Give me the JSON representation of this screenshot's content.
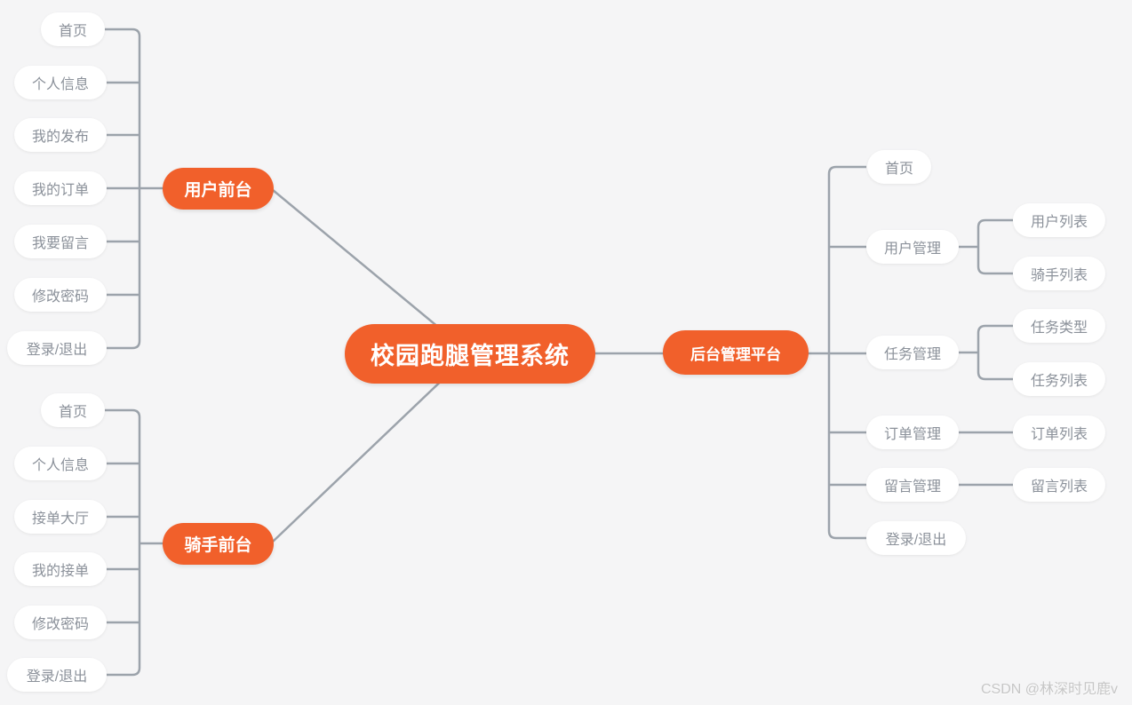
{
  "root": {
    "label": "校园跑腿管理系统"
  },
  "branches": {
    "user_front": {
      "label": "用户前台",
      "children": [
        "首页",
        "个人信息",
        "我的发布",
        "我的订单",
        "我要留言",
        "修改密码",
        "登录/退出"
      ]
    },
    "rider_front": {
      "label": "骑手前台",
      "children": [
        "首页",
        "个人信息",
        "接单大厅",
        "我的接单",
        "修改密码",
        "登录/退出"
      ]
    },
    "admin": {
      "label": "后台管理平台",
      "children": [
        {
          "label": "首页",
          "children": []
        },
        {
          "label": "用户管理",
          "children": [
            "用户列表",
            "骑手列表"
          ]
        },
        {
          "label": "任务管理",
          "children": [
            "任务类型",
            "任务列表"
          ]
        },
        {
          "label": "订单管理",
          "children": [
            "订单列表"
          ]
        },
        {
          "label": "留言管理",
          "children": [
            "留言列表"
          ]
        },
        {
          "label": "登录/退出",
          "children": []
        }
      ]
    }
  },
  "watermark": "CSDN @林深时见鹿v",
  "colors": {
    "accent": "#f1602b",
    "line": "#9ca3ab",
    "node_background": "#ffffff",
    "node_text": "#8b919a",
    "background": "#f5f5f6",
    "watermark_text": "#c6c6c6"
  }
}
